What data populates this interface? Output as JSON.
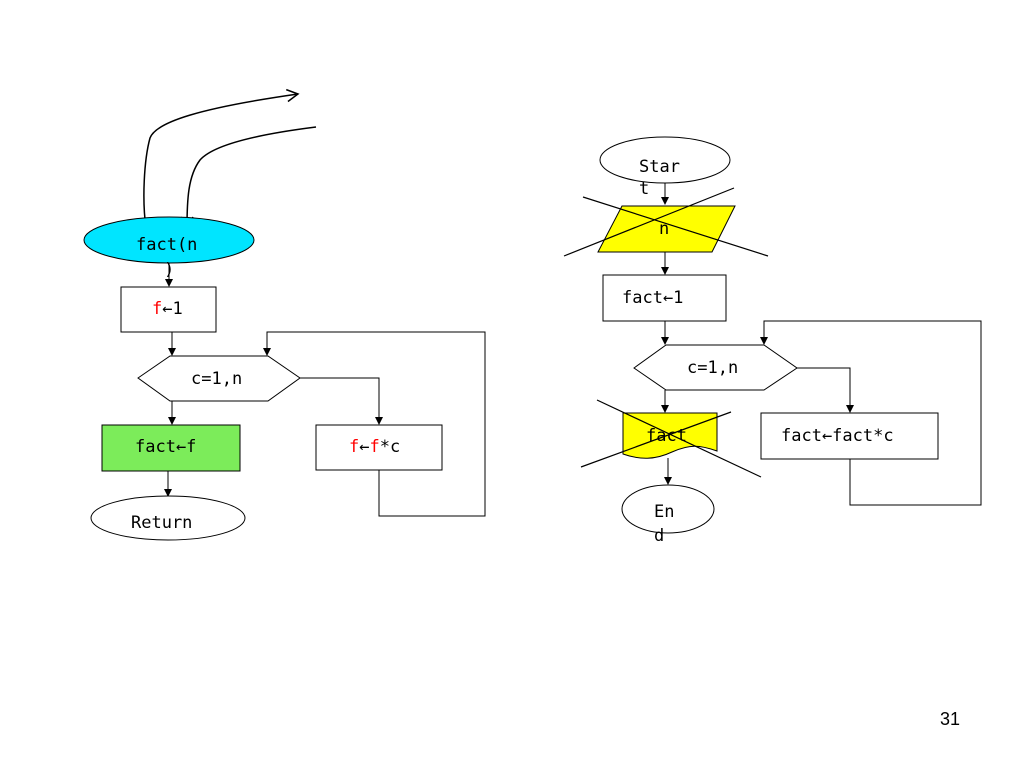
{
  "left_flowchart": {
    "entry_line1": "fact(n",
    "entry_line2": ")",
    "init_var": "f",
    "init_rest": "←1",
    "loop": "c=1,n",
    "result": "fact←f",
    "body_f1": "f",
    "body_arrow": "←",
    "body_f2": "f",
    "body_rest": "*c",
    "return": "Return"
  },
  "right_flowchart": {
    "start_line1": "Star",
    "start_line2": "t",
    "input": "n",
    "init": "fact←1",
    "loop": "c=1,n",
    "output": "fact",
    "body": "fact←fact*c",
    "end_line1": "En",
    "end_line2": "d"
  },
  "page_number": "31",
  "colors": {
    "entry_fill": "#00e5ff",
    "result_fill": "#7cec5a",
    "io_fill": "#ffff00",
    "red_text": "#ff0000",
    "stroke": "#000000"
  }
}
